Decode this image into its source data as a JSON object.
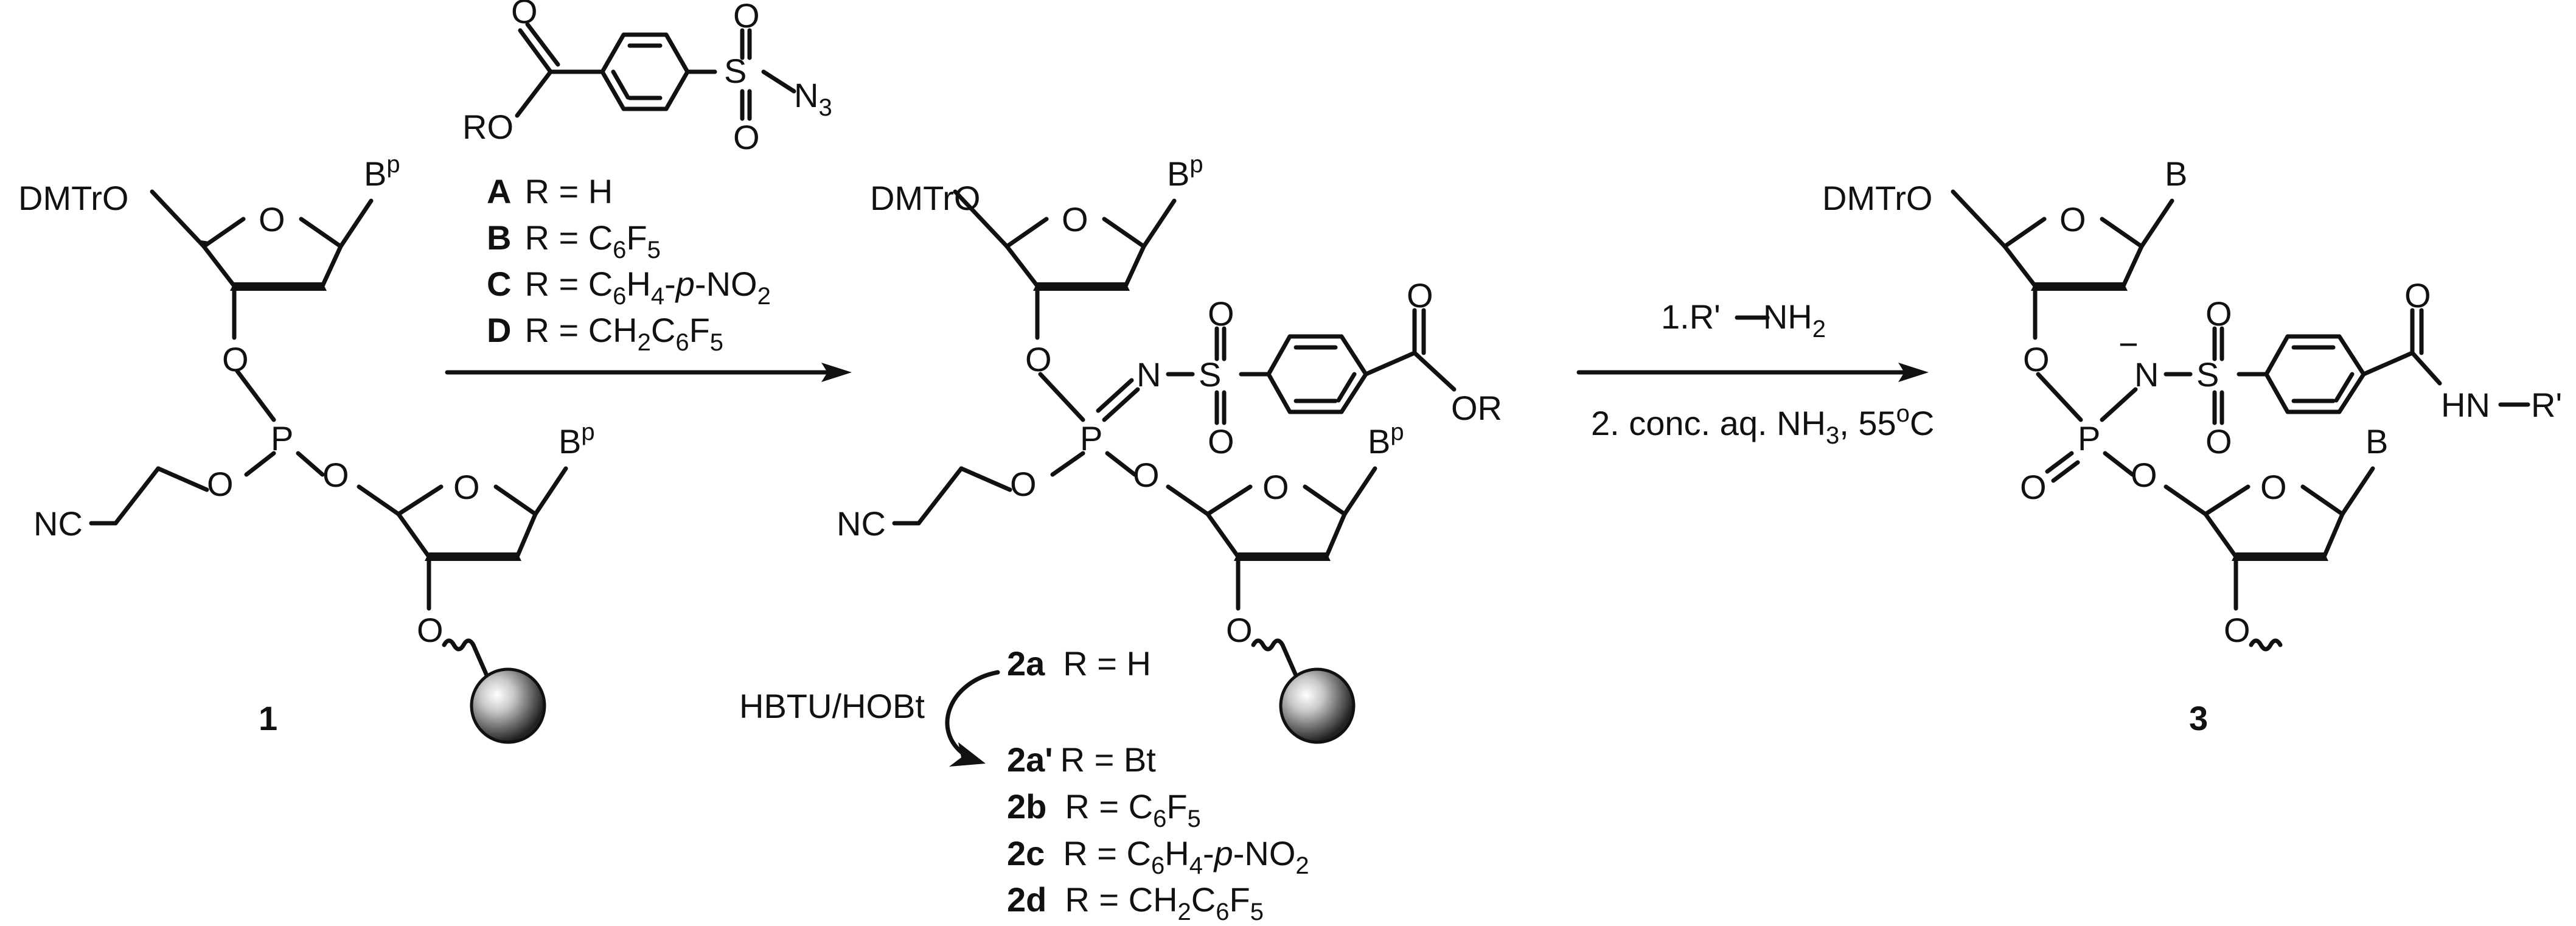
{
  "reagent": {
    "azide": {
      "RO": "RO",
      "S": "S",
      "O": "O",
      "N3": "N",
      "N3_sub": "3"
    },
    "variants": [
      {
        "key": "A",
        "text": "R = H"
      },
      {
        "key": "B",
        "text": "R = C",
        "sub1": "6",
        "mid": "F",
        "sub2": "5"
      },
      {
        "key": "C",
        "text": "R = C",
        "sub1": "6",
        "mid": "H",
        "sub2": "4",
        "tail": "-",
        "ital": "p",
        "end": "-NO",
        "sub3": "2"
      },
      {
        "key": "D",
        "text": "R = CH",
        "sub1": "2",
        "mid": "C",
        "sub2": "6",
        "tail": "F",
        "sub3": "5"
      }
    ]
  },
  "compound1": {
    "label": "1",
    "DMTrO": "DMTrO",
    "O": "O",
    "B": "B",
    "Bsup": "p",
    "P": "P",
    "NC": "NC"
  },
  "compound2": {
    "DMTrO": "DMTrO",
    "O": "O",
    "B": "B",
    "Bsup": "p",
    "P": "P",
    "N": "N",
    "S": "S",
    "OR": "OR",
    "NC": "NC",
    "coupling": "HBTU/HOBt",
    "variants": [
      {
        "key": "2a",
        "text": "R = H"
      },
      {
        "key": "2a'",
        "text": "R = Bt"
      },
      {
        "key": "2b",
        "text": "R = C",
        "sub1": "6",
        "mid": "F",
        "sub2": "5"
      },
      {
        "key": "2c",
        "text": "R = C",
        "sub1": "6",
        "mid": "H",
        "sub2": "4",
        "tail": "-",
        "ital": "p",
        "end": "-NO",
        "sub3": "2"
      },
      {
        "key": "2d",
        "text": "R = CH",
        "sub1": "2",
        "mid": "C",
        "sub2": "6",
        "tail": "F",
        "sub3": "5"
      }
    ]
  },
  "step2": {
    "line1": "1.R'",
    "line1_amine": "NH",
    "line1_amine_sub": "2",
    "line2": "2. conc. aq. NH",
    "line2_sub": "3",
    "line2_tail": ", 55",
    "line2_sup": "o",
    "line2_end": "C"
  },
  "compound3": {
    "label": "3",
    "DMTrO": "DMTrO",
    "O": "O",
    "B": "B",
    "P": "P",
    "N": "N",
    "minus": "−",
    "S": "S",
    "HN": "HN",
    "Rp": "R'"
  }
}
